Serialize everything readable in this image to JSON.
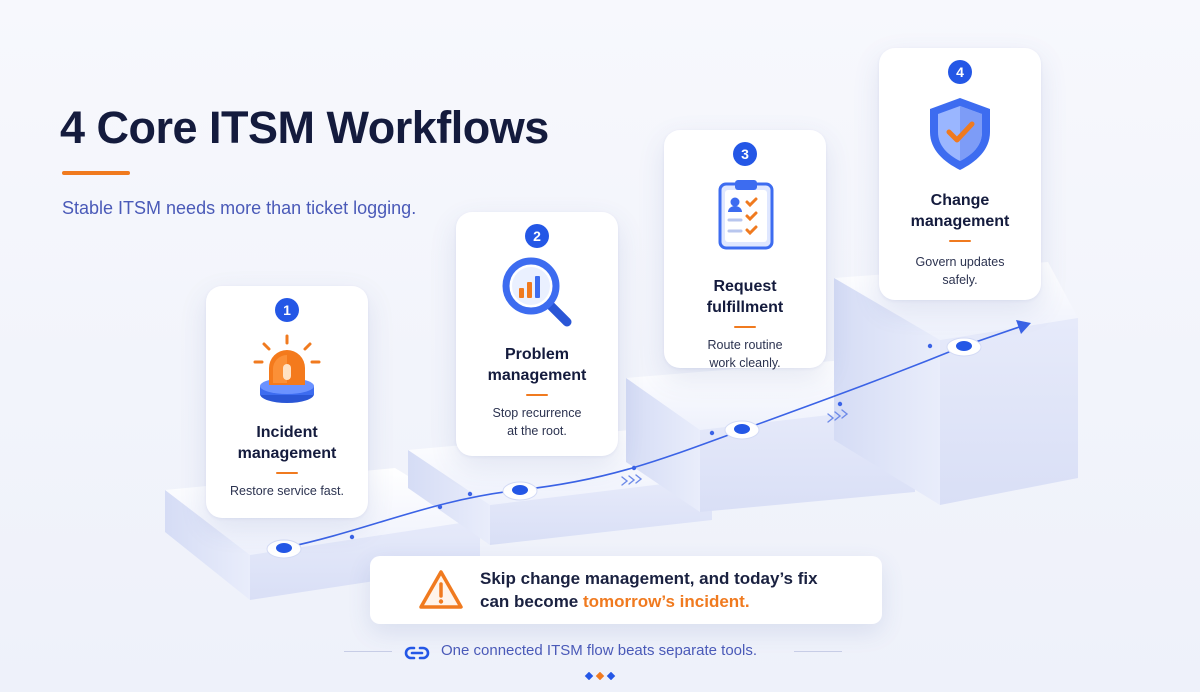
{
  "header": {
    "title": "4 Core ITSM Workflows",
    "subtitle": "Stable ITSM needs more than ticket logging."
  },
  "steps": [
    {
      "number": "1",
      "title_line1": "Incident",
      "title_line2": "management",
      "description_line1": "Restore service fast.",
      "description_line2": "",
      "icon": "alarm-light-icon"
    },
    {
      "number": "2",
      "title_line1": "Problem",
      "title_line2": "management",
      "description_line1": "Stop recurrence",
      "description_line2": "at the root.",
      "icon": "magnifier-chart-icon"
    },
    {
      "number": "3",
      "title_line1": "Request",
      "title_line2": "fulfillment",
      "description_line1": "Route routine",
      "description_line2": "work cleanly.",
      "icon": "clipboard-checklist-icon"
    },
    {
      "number": "4",
      "title_line1": "Change",
      "title_line2": "management",
      "description_line1": "Govern updates",
      "description_line2": "safely.",
      "icon": "shield-check-icon"
    }
  ],
  "callout": {
    "line1": "Skip change management, and today’s fix",
    "line2_prefix": "can become ",
    "line2_highlight": "tomorrow’s incident.",
    "icon": "warning-triangle-icon"
  },
  "footer": {
    "text": "One connected ITSM flow beats separate tools.",
    "icon": "chain-link-icon"
  },
  "colors": {
    "primary_blue": "#2457e6",
    "accent_orange": "#f07a1f",
    "title_navy": "#141b3d",
    "subtitle_blue": "#4a5ab8"
  }
}
